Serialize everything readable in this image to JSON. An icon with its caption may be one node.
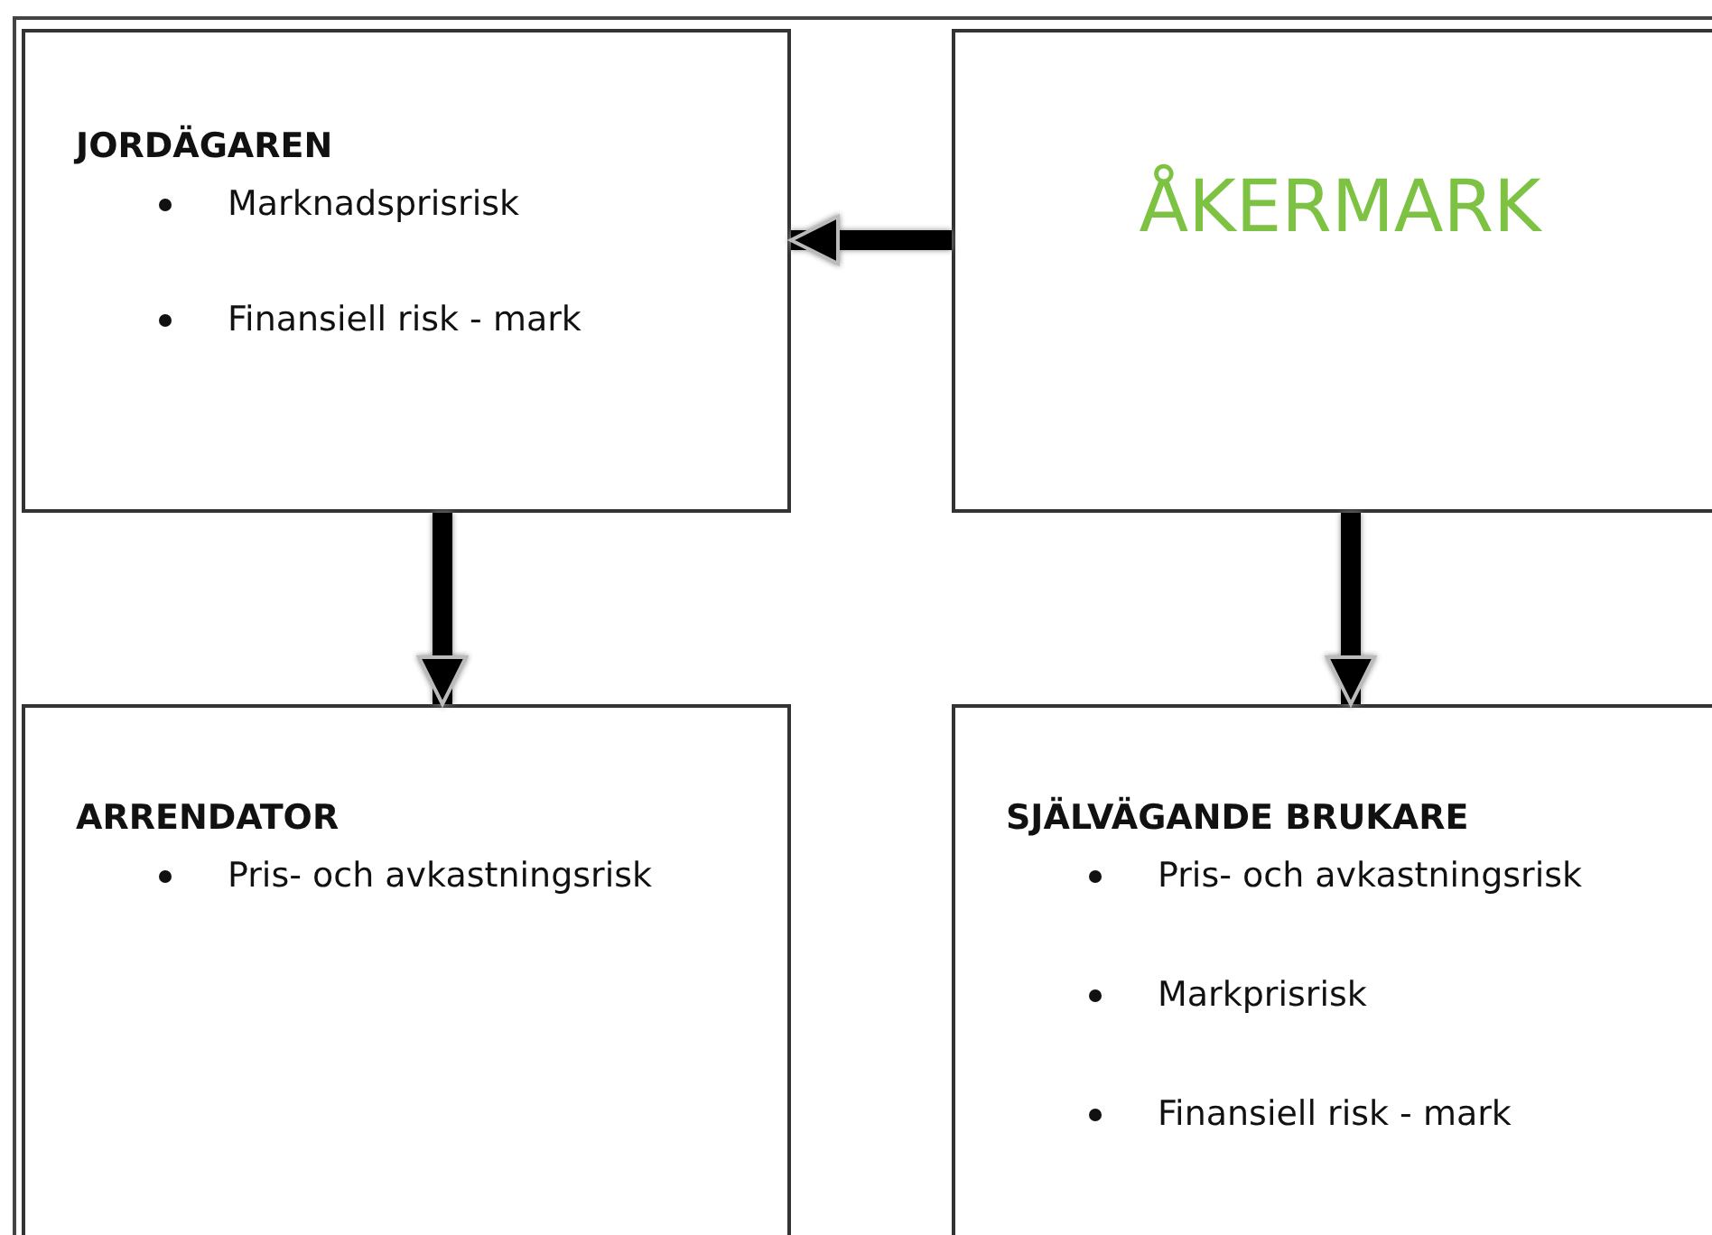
{
  "diagram": {
    "nodes": [
      {
        "text": [
          "JORDÄGAREN",
          "Marknadsprisrisk",
          "Finansiell risk - mark"
        ]
      },
      {
        "text": [
          "ÅKERMARK"
        ]
      },
      {
        "text": [
          "ARRENDATOR",
          "Pris- och avkastningsrisk"
        ]
      },
      {
        "text": [
          "SJÄLVÄGANDE BRUKARE",
          "Pris- och avkastningsrisk",
          "Markprisrisk",
          "Finansiell risk - mark"
        ]
      }
    ],
    "edges": [
      {
        "from": 1,
        "to": 0,
        "arrow": "to"
      },
      {
        "from": 0,
        "to": 2,
        "arrow": "to"
      },
      {
        "from": 1,
        "to": 3,
        "arrow": "to"
      }
    ]
  }
}
